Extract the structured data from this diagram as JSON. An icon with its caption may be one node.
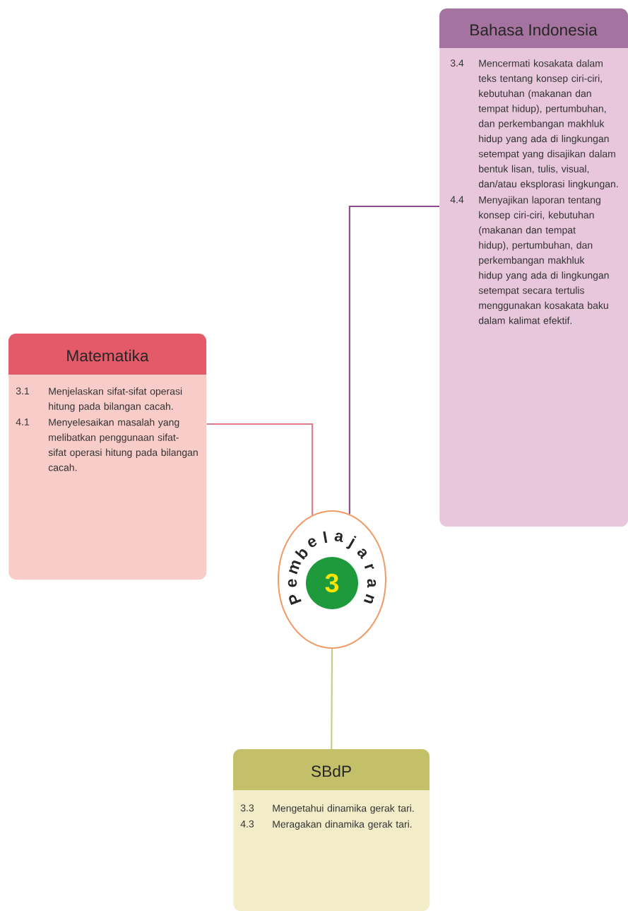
{
  "diagram": {
    "nodes": [
      {
        "text": [
          "Bahasa Indonesia",
          "3.4",
          "Mencermati kosakata dalam teks tentang konsep ciri-ciri, kebutuhan (makanan dan tempat hidup), pertumbuhan, dan perkembangan makhluk hidup yang ada di lingkungan setempat yang disajikan dalam bentuk lisan, tulis, visual, dan/atau eksplorasi lingkungan.",
          "4.4",
          "Menyajikan laporan tentang konsep ciri-ciri, kebutuhan (makanan dan tempat hidup), pertumbuhan, dan perkembangan makhluk hidup yang ada di lingkungan setempat secara tertulis menggunakan kosakata baku dalam kalimat efektif."
        ]
      },
      {
        "text": [
          "Matematika",
          "3.1",
          "Menjelaskan sifat-sifat operasi hitung pada bilangan cacah.",
          "4.1",
          "Menyelesaikan masalah yang melibatkan penggunaan sifat-sifat operasi hitung pada bilangan cacah."
        ]
      },
      {
        "text": [
          "Pembelajaran",
          "3"
        ]
      },
      {
        "text": [
          "SBdP",
          "3.3",
          "Mengetahui dinamika gerak tari.",
          "4.3",
          "Meragakan dinamika gerak tari."
        ]
      }
    ],
    "edges": [
      {
        "from": 2,
        "to": 0,
        "arrow": "none",
        "color": "#8e4a8a"
      },
      {
        "from": 2,
        "to": 1,
        "arrow": "none",
        "color": "#e27d8e"
      },
      {
        "from": 2,
        "to": 3,
        "arrow": "none",
        "color": "#c9c98a"
      }
    ]
  }
}
